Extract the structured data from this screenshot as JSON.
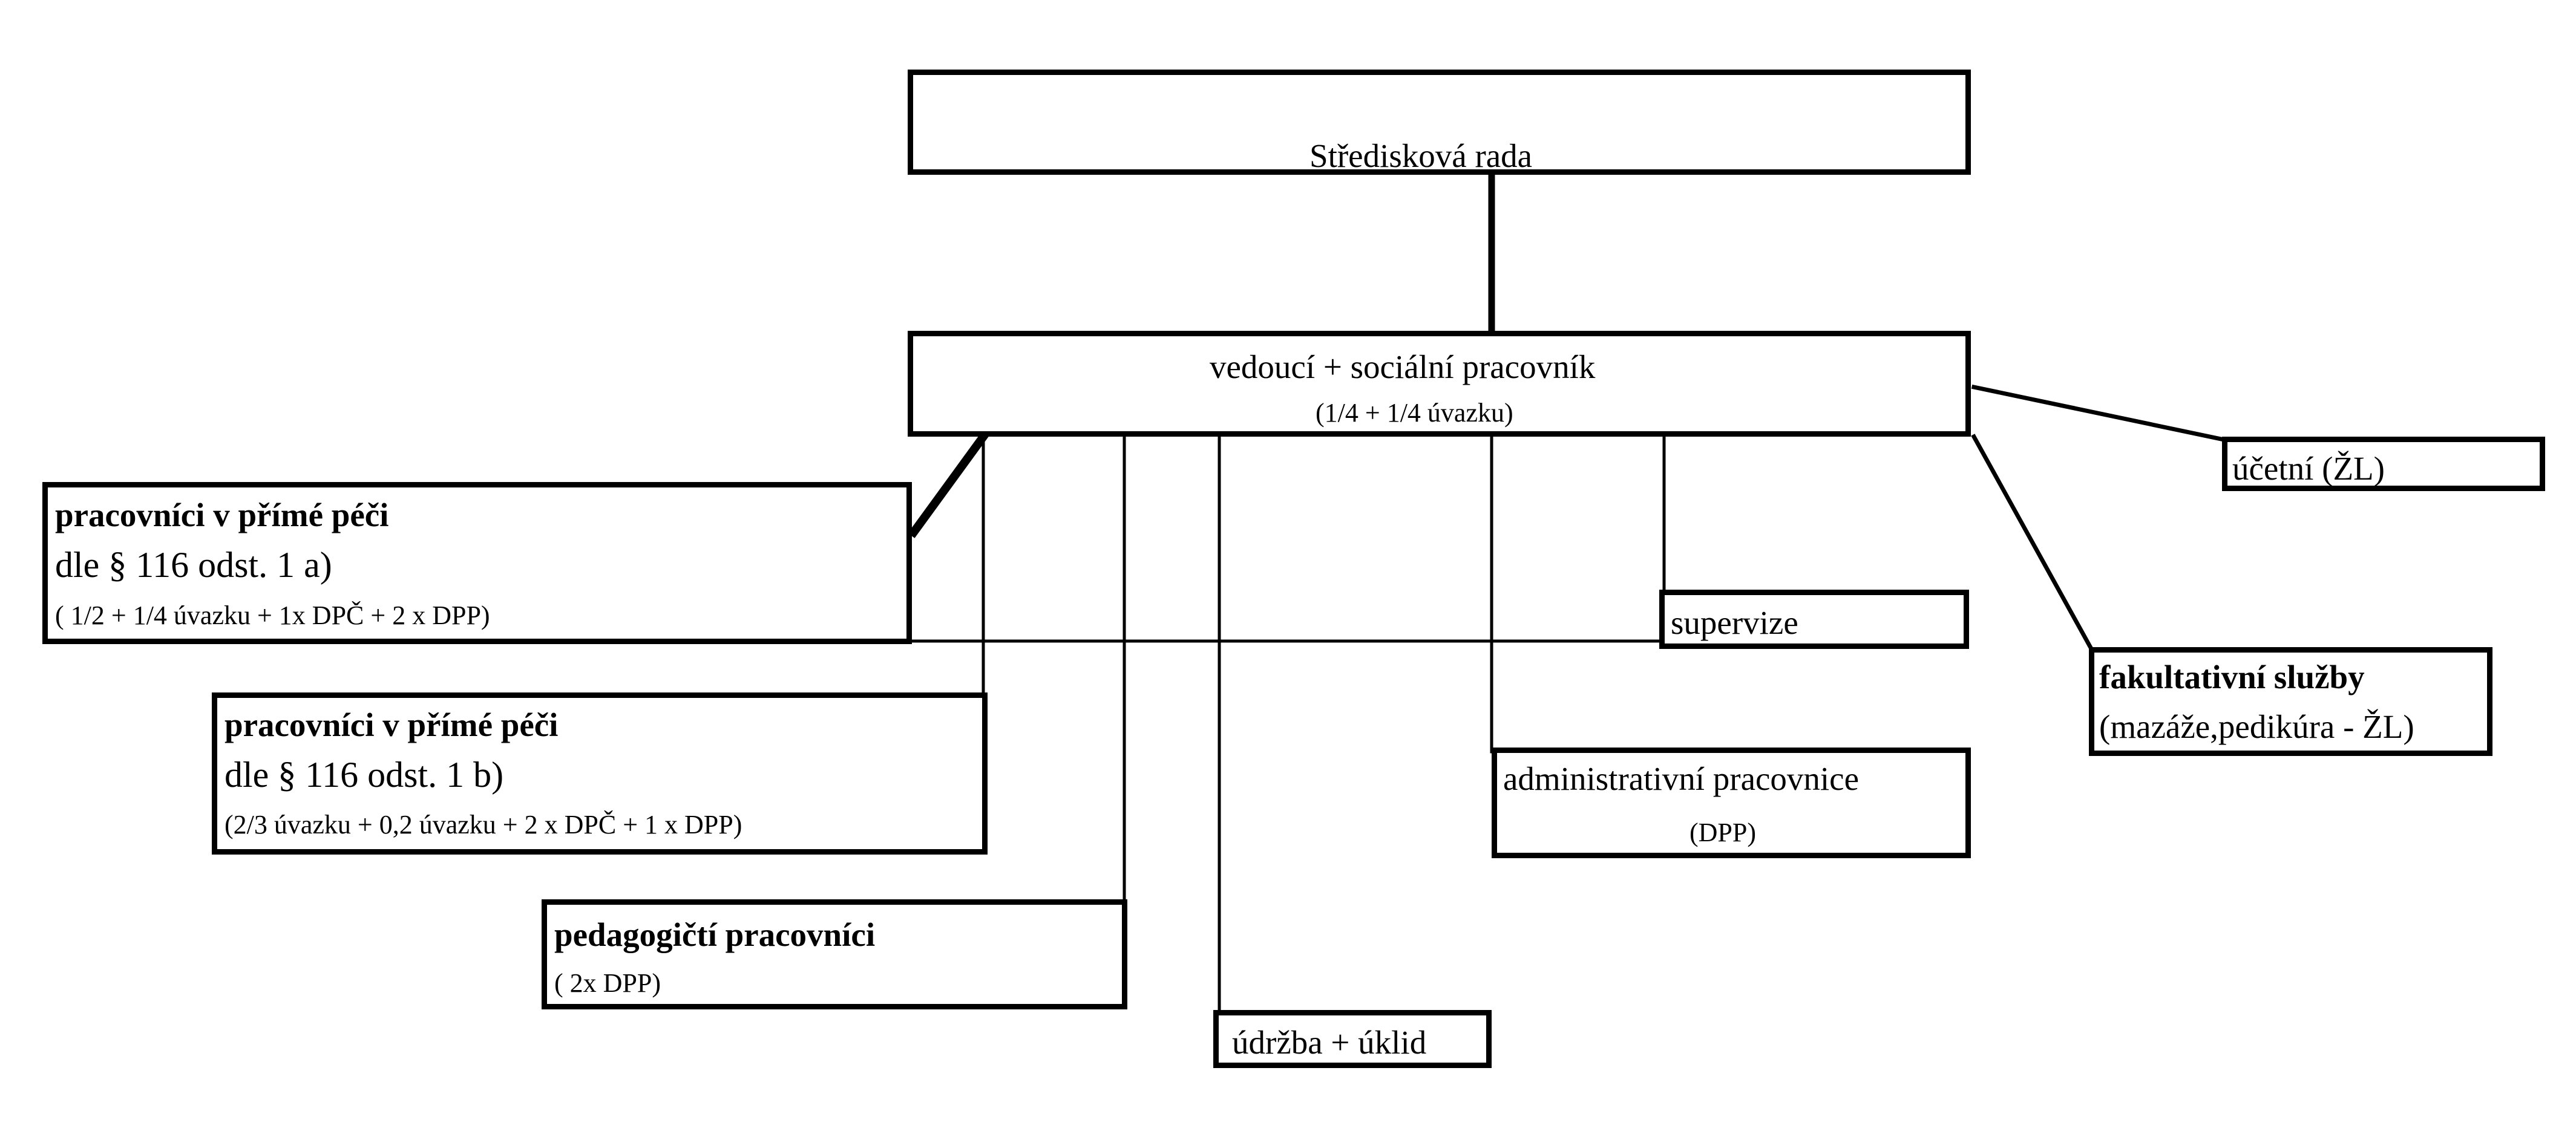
{
  "nodes": {
    "board": {
      "title": "Středisková rada"
    },
    "head": {
      "title": "vedoucí + sociální pracovník",
      "detail": "(1/4 + 1/4 úvazku)"
    },
    "accountant": {
      "title": "účetní (ŽL)"
    },
    "direct_care_a": {
      "title": "pracovníci v přímé péči",
      "law": "dle § 116 odst. 1 a)",
      "detail": "( 1/2 + 1/4  úvazku + 1x DPČ + 2 x DPP)"
    },
    "supervision": {
      "title": "supervize"
    },
    "optional_services": {
      "title": "fakultativní služby",
      "detail": "(mazáže,pedikúra - ŽL)"
    },
    "direct_care_b": {
      "title": "pracovníci v přímé péči",
      "law": "dle § 116 odst. 1 b)",
      "detail": "(2/3 úvazku + 0,2 úvazku + 2 x DPČ + 1 x DPP)"
    },
    "admin": {
      "title": "administrativní pracovnice",
      "detail": "(DPP)"
    },
    "pedagogues": {
      "title": "pedagogičtí pracovníci",
      "detail": "( 2x DPP)"
    },
    "maintenance": {
      "title": "údržba + úklid"
    }
  },
  "connector_color": "#000000"
}
